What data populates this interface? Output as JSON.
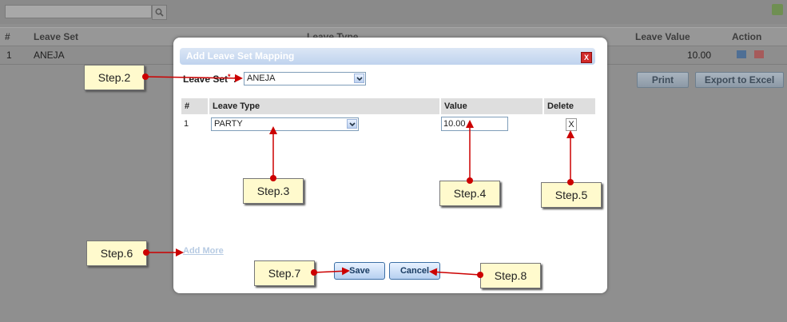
{
  "grid": {
    "headers": {
      "num": "#",
      "leave_set": "Leave Set",
      "leave_type": "Leave Type",
      "leave_value": "Leave Value",
      "action": "Action"
    },
    "rows": [
      {
        "num": "1",
        "leave_set": "ANEJA",
        "leave_value": "10.00"
      }
    ],
    "print_label": "Print",
    "export_label": "Export to Excel"
  },
  "modal": {
    "title": "Add Leave Set Mapping",
    "close_label": "X",
    "leave_set_label": "Leave Set",
    "required_mark": "*",
    "colon": ":",
    "leave_set_value": "ANEJA",
    "table_headers": {
      "num": "#",
      "leave_type": "Leave Type",
      "value": "Value",
      "delete": "Delete"
    },
    "rows": [
      {
        "num": "1",
        "leave_type": "PARTY",
        "value": "10.00",
        "delete": "X"
      }
    ],
    "add_more": "Add More",
    "save_label": "Save",
    "cancel_label": "Cancel"
  },
  "steps": {
    "step2": "Step.2",
    "step3": "Step.3",
    "step4": "Step.4",
    "step5": "Step.5",
    "step6": "Step.6",
    "step7": "Step.7",
    "step8": "Step.8"
  },
  "colors": {
    "arrow": "#cc0000",
    "callout": "#fffacd",
    "modal_title": "#c9daf1"
  }
}
